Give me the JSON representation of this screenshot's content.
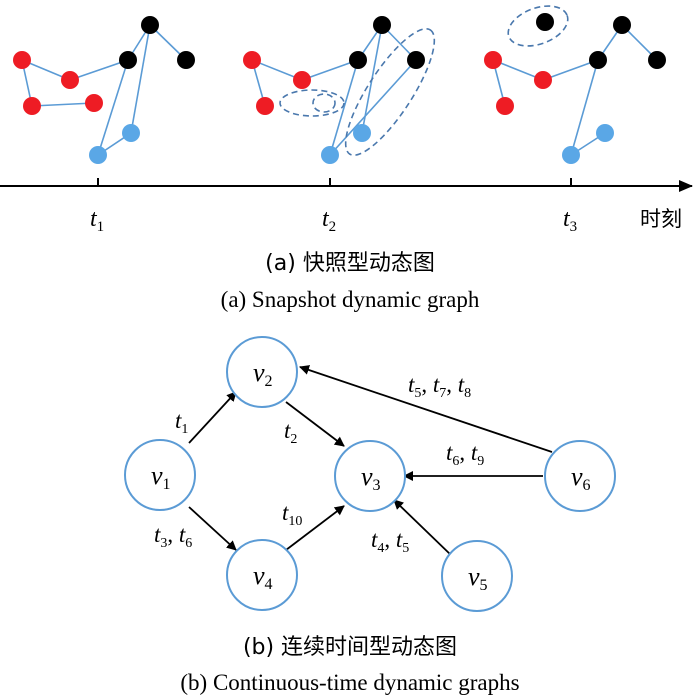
{
  "panel_a": {
    "axis_label": "时刻",
    "ticks": {
      "t1": {
        "base": "t",
        "sub": "1"
      },
      "t2": {
        "base": "t",
        "sub": "2"
      },
      "t3": {
        "base": "t",
        "sub": "3"
      }
    },
    "caption_cn": "(a) 快照型动态图",
    "caption_en": "(a) Snapshot dynamic graph",
    "colors": {
      "red": "#ee1c24",
      "black": "#000000",
      "blue": "#5aa7e6",
      "edge": "#5b9bd5",
      "dashed": "#4a78ad"
    }
  },
  "panel_b": {
    "caption_cn": "(b) 连续时间型动态图",
    "caption_en": "(b) Continuous-time dynamic graphs",
    "node_color": "#5b9bd5",
    "nodes": {
      "v1": {
        "base": "v",
        "sub": "1"
      },
      "v2": {
        "base": "v",
        "sub": "2"
      },
      "v3": {
        "base": "v",
        "sub": "3"
      },
      "v4": {
        "base": "v",
        "sub": "4"
      },
      "v5": {
        "base": "v",
        "sub": "5"
      },
      "v6": {
        "base": "v",
        "sub": "6"
      }
    },
    "edge_labels": {
      "v1_v2": [
        {
          "base": "t",
          "sub": "1"
        }
      ],
      "v2_v3": [
        {
          "base": "t",
          "sub": "2"
        }
      ],
      "v1_v4": [
        {
          "base": "t",
          "sub": "3"
        },
        {
          "base": "t",
          "sub": "6"
        }
      ],
      "v4_v3": [
        {
          "base": "t",
          "sub": "10"
        }
      ],
      "v5_v3": [
        {
          "base": "t",
          "sub": "4"
        },
        {
          "base": "t",
          "sub": "5"
        }
      ],
      "v6_v3": [
        {
          "base": "t",
          "sub": "6"
        },
        {
          "base": "t",
          "sub": "9"
        }
      ],
      "v6_v2": [
        {
          "base": "t",
          "sub": "5"
        },
        {
          "base": "t",
          "sub": "7"
        },
        {
          "base": "t",
          "sub": "8"
        }
      ]
    },
    "separator": ", "
  }
}
